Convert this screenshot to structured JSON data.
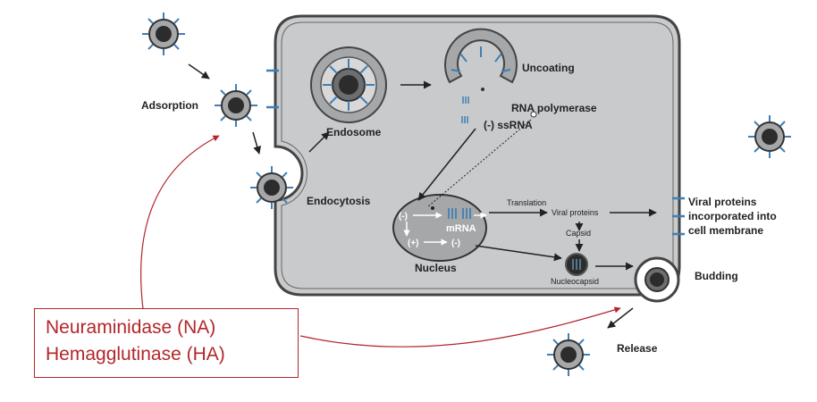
{
  "labels": {
    "adsorption": "Adsorption",
    "endosome": "Endosome",
    "endocytosis": "Endocytosis",
    "uncoating": "Uncoating",
    "rna_polymerase": "RNA polymerase",
    "neg_ssrna": "(-) ssRNA",
    "translation": "Translation",
    "viral_proteins_small": "Viral proteins",
    "capsid": "Capsid",
    "nucleus": "Nucleus",
    "mrna": "mRNA",
    "neg_sign": "(-)",
    "pos_sign": "(+)",
    "neg_sign_2": "(-)",
    "nucleocapsid": "Nucleocapsid",
    "viral_proteins_line1": "Viral proteins",
    "viral_proteins_line2": "incorporated into",
    "viral_proteins_line3": "cell membrane",
    "budding": "Budding",
    "release": "Release"
  },
  "callout": {
    "line1": "Neuraminidase (NA)",
    "line2": "Hemagglutinase (HA)"
  },
  "colors": {
    "cell_fill": "#c9cacc",
    "membrane": "#444444",
    "spike": "#3f7fb5",
    "nucleus_fill": "#a6a7a9",
    "callout": "#b3262b"
  }
}
